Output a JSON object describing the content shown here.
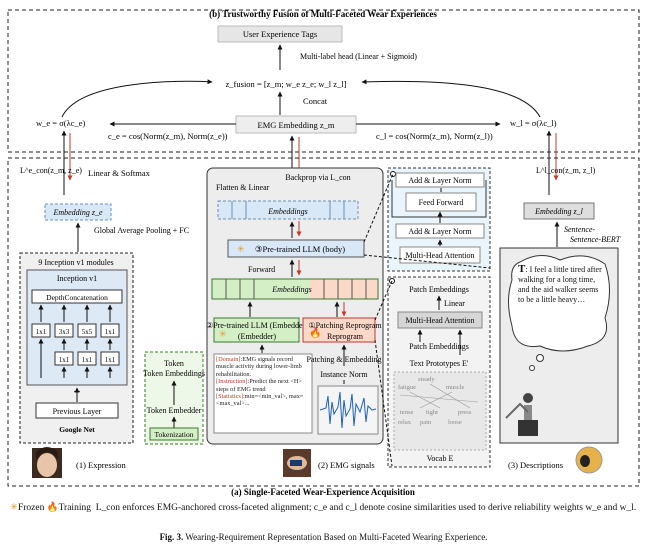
{
  "titles": {
    "top": "(b) Trustworthy Fusion of Multi-Faceted Wear Experiences",
    "bottom": "(a) Single-Faceted Wear-Experience Acquisition"
  },
  "fusion": {
    "tags": "User Experience Tags",
    "head": "Multi-label head (Linear + Sigmoid)",
    "equation": "z_fusion = [z_m; w_e z_e; w_l z_l]",
    "concat": "Concat",
    "emg_embedding": "EMG Embedding  z_m",
    "we_eq": "w_e = σ(λc_e)",
    "wl_eq": "w_l = σ(λc_l)",
    "ce_eq": "c_e = cos(Norm(z_m), Norm(z_e))",
    "cl_eq": "c_l = cos(Norm(z_m), Norm(z_l))",
    "loss_e": "L^e_con(z_m, z_e)",
    "loss_l": "L^l_con(z_m, z_l)",
    "linear_softmax": "Linear & Softmax"
  },
  "expression": {
    "embedding": "Embedding  z_e",
    "gap": "Global Average Pooling + FC",
    "modules_title": "9 Inception v1 modules",
    "inception_title": "Inception v1",
    "depthconcat": "DepthConcatenation",
    "convs_top": [
      "1x1",
      "3x3",
      "5x5",
      "1x1"
    ],
    "convs_bottom": [
      "1x1",
      "1x1",
      "1x1"
    ],
    "prev_layer": "Previous Layer",
    "googlenet": "Google Net",
    "dots": "...",
    "label": "(1) Expression"
  },
  "emg": {
    "backprop": "Backprop via L_con",
    "flatten": "Flatten & Linear",
    "embeddings": "Embeddings",
    "llm_body": "③Pre-trained LLM (body)",
    "forward": "Forward",
    "llm_embedder": "②Pre-trained LLM (Embedder)",
    "patching_reprogram": "①Patching Reprogram",
    "patching_embedding": "Patching & Embedding",
    "instance_norm": "Instance Norm",
    "prompt": {
      "domain_tag": "[Domain]",
      "domain": ":EMG signals record muscle activity during lower-limb rehabilitation.",
      "instruction_tag": "[Instruction]",
      "instruction": ":Predict the next <H> steps of EMG trend",
      "statistics_tag": "[Statistics]",
      "statistics": ":min=<min_val>, max=<max_val>..."
    },
    "label": "(2) EMG signals"
  },
  "tokens": {
    "token_embeddings": "Token Embeddings",
    "token_embedder": "Token Embedder",
    "tokenization": "Tokenization"
  },
  "transformer": {
    "add_norm_1": "Add & Layer Norm",
    "feed_forward": "Feed Forward",
    "add_norm_2": "Add & Layer Norm",
    "mha": "Multi-Head Attention"
  },
  "reprogram": {
    "patch_embeddings_top": "Patch Embeddings",
    "linear": "Linear",
    "mha": "Multi-Head Attention",
    "patch_embeddings_bottom": "Patch Embeddings",
    "text_prototypes": "Text Prototypes  E'",
    "words": [
      "steady",
      "fatigue",
      "muscle",
      "tense",
      "tight",
      "press",
      "relax",
      "pain",
      "loose"
    ],
    "vocab": "Vocab  E"
  },
  "description": {
    "embedding": "Embedding  z_l",
    "bert": "Sentence-BERT",
    "quote_initial": "T",
    "quote": ": I feel a little tired after walking for a long time, and the aid walker seems to be a little heavy…",
    "label": "(3) Descriptions"
  },
  "legend": {
    "frozen": "Frozen",
    "training": "Training",
    "text": "L_con enforces EMG-anchored cross-faceted alignment; c_e and c_l denote cosine similarities used to derive reliability weights w_e and w_l."
  },
  "caption": {
    "label": "Fig. 3.",
    "text": "Wearing-Requirement Representation Based on Multi-Faceted Wearing Experience."
  },
  "colors": {
    "embedding_blue": "#d9e8f7",
    "llm_green": "#d4efc6",
    "patch_red": "#fbd9c8",
    "panel_gray": "#ededed",
    "arrow_red": "#c0392b",
    "star_orange": "#e69b2a"
  }
}
